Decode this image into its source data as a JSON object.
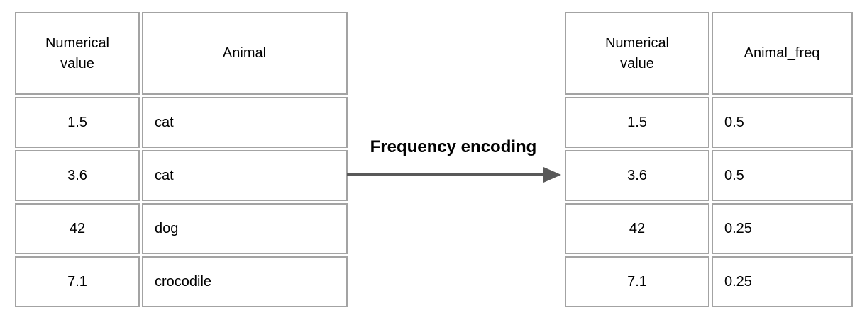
{
  "colors": {
    "background": "#ffffff",
    "table_border": "#a3a3a3",
    "arrow": "#595959",
    "text": "#000000"
  },
  "arrow": {
    "label": "Frequency encoding"
  },
  "left_table": {
    "headers": {
      "col1": "Numerical value",
      "col2": "Animal"
    },
    "rows": [
      [
        "1.5",
        "cat"
      ],
      [
        "3.6",
        "cat"
      ],
      [
        "42",
        "dog"
      ],
      [
        "7.1",
        "crocodile"
      ]
    ]
  },
  "right_table": {
    "headers": {
      "col1": "Numerical value",
      "col2": "Animal_freq"
    },
    "rows": [
      [
        "1.5",
        "0.5"
      ],
      [
        "3.6",
        "0.5"
      ],
      [
        "42",
        "0.25"
      ],
      [
        "7.1",
        "0.25"
      ]
    ]
  }
}
